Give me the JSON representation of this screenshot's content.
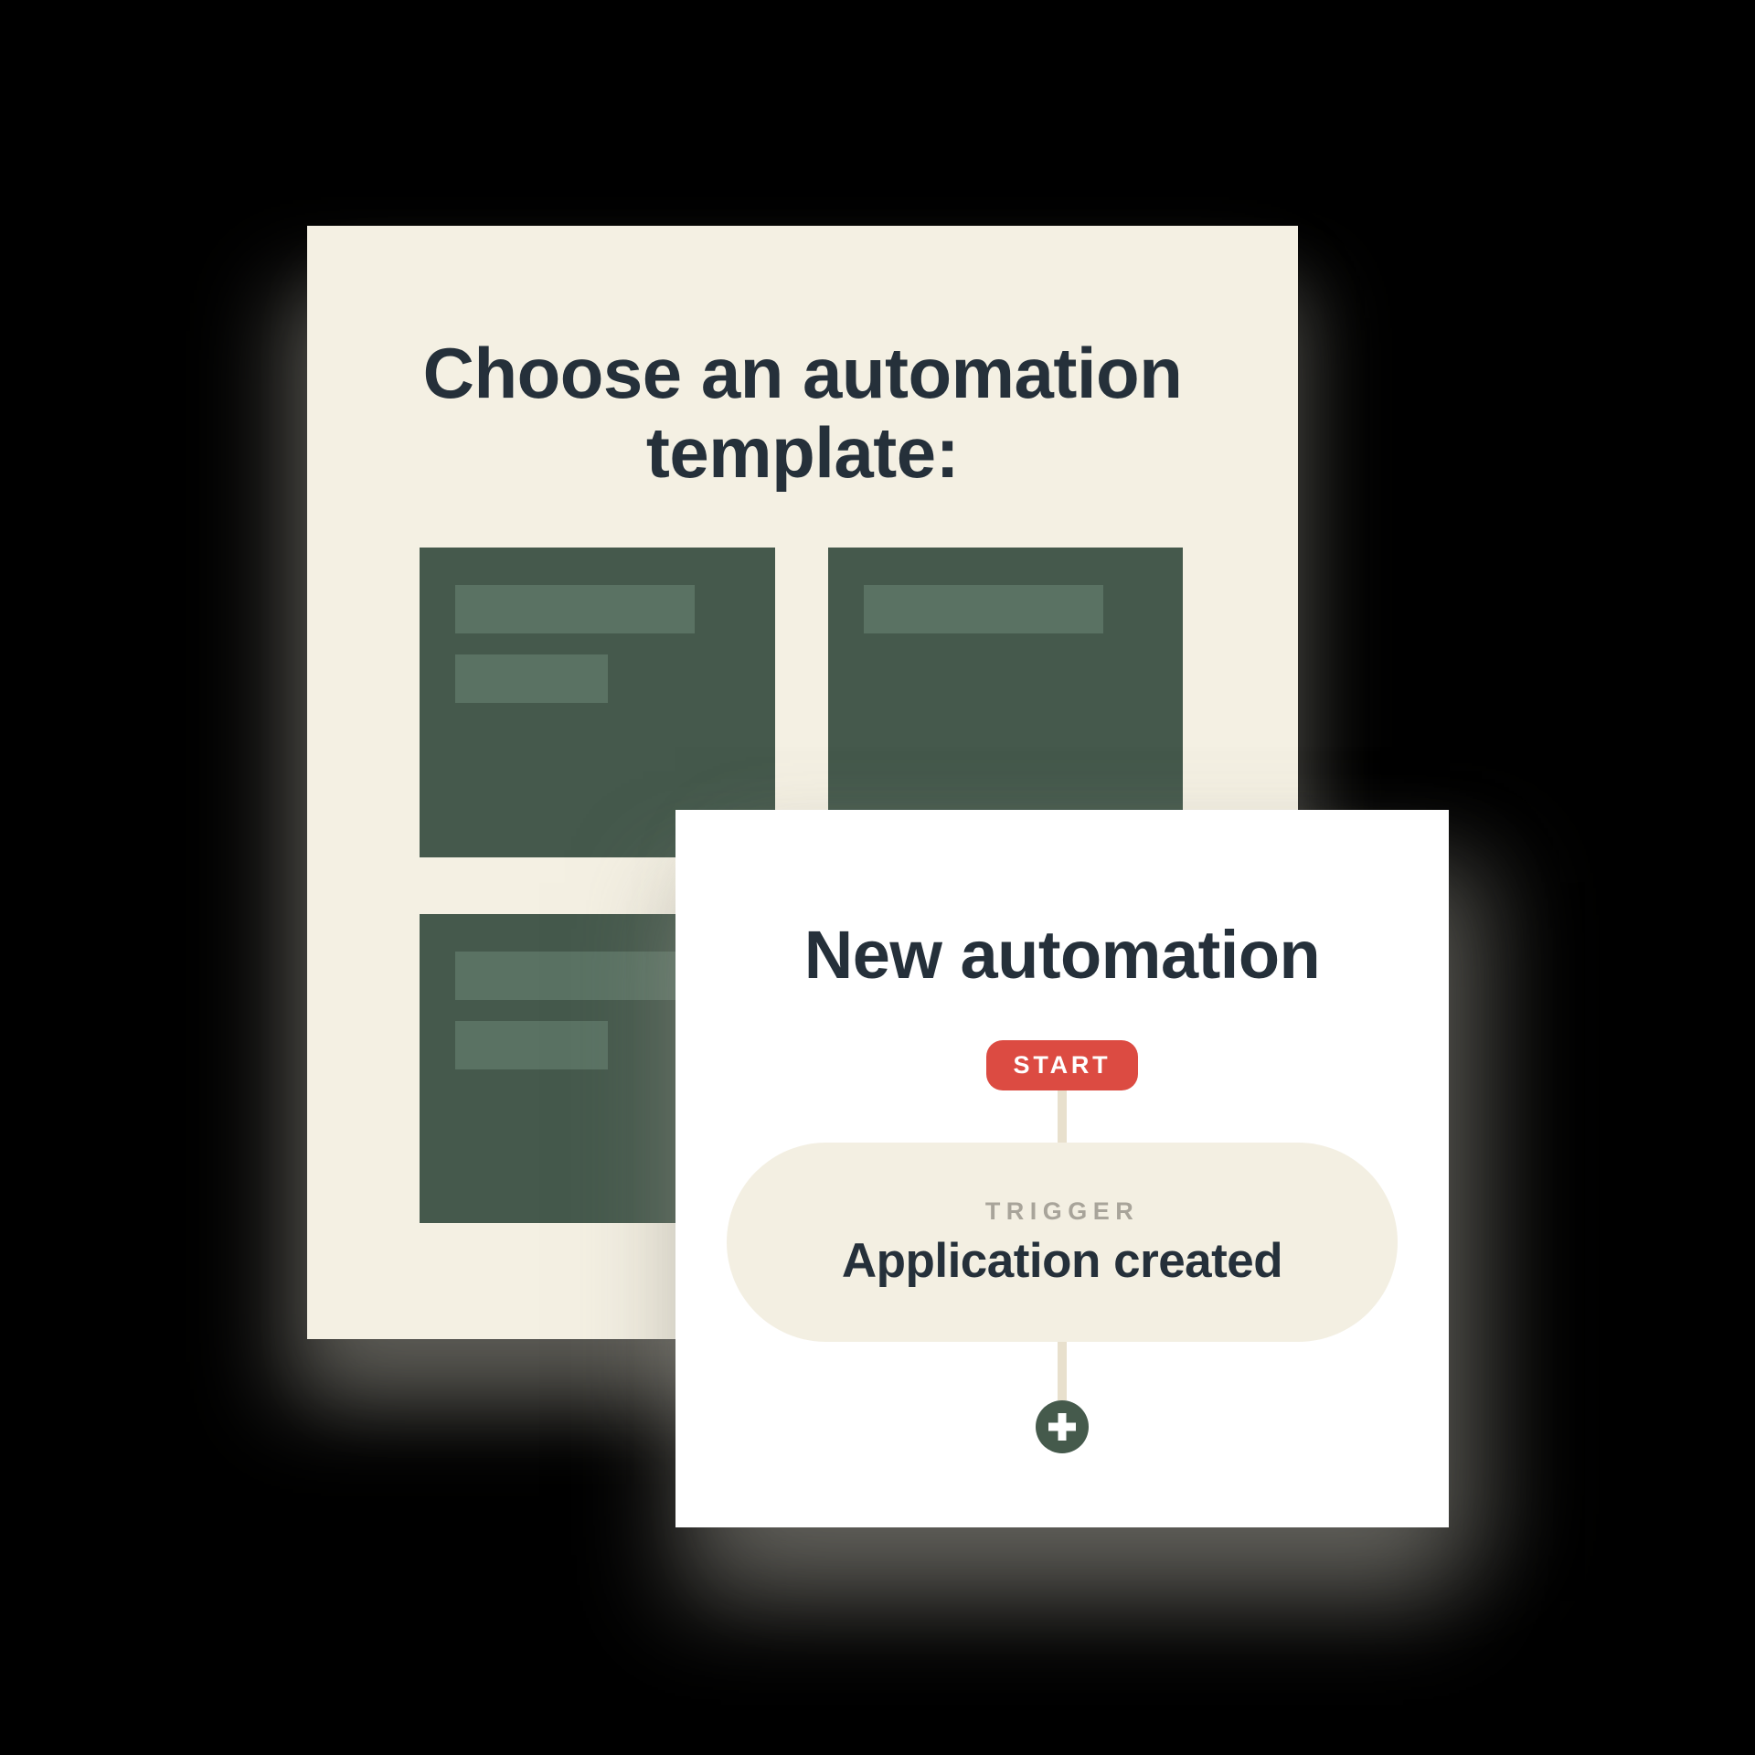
{
  "template_panel": {
    "title": "Choose an automation template:",
    "cards": [
      {
        "name": "template-option-1",
        "placeholder_lines": 2
      },
      {
        "name": "template-option-2",
        "placeholder_lines": 1
      },
      {
        "name": "template-option-3",
        "placeholder_lines": 2
      }
    ]
  },
  "builder_panel": {
    "title": "New automation",
    "start_label": "START",
    "trigger": {
      "kind_label": "TRIGGER",
      "name": "Application created"
    },
    "add_step_icon": "plus-icon"
  },
  "colors": {
    "background": "#000000",
    "panel_cream": "#F4F0E3",
    "panel_white": "#FFFFFF",
    "card_green": "#45594C",
    "card_bar_green": "#5A7263",
    "start_red": "#DC4B42",
    "connector_tan": "#E8E0CD",
    "trigger_pill_cream": "#F3EFE2",
    "text_dark": "#25303A",
    "text_gray": "#A8A49A",
    "plus_circle_green": "#455A4C"
  }
}
